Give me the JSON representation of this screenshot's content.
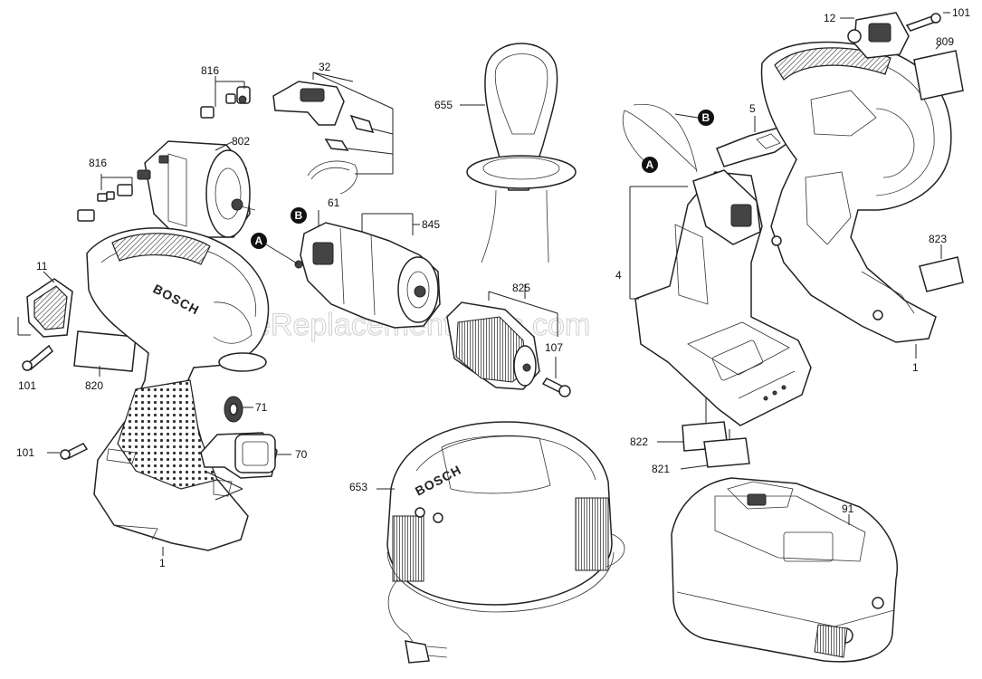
{
  "watermark": "eReplacementParts.com",
  "brand_marks": {
    "housing": "BOSCH",
    "charger": "BOSCH"
  },
  "callouts": {
    "a": "A",
    "b": "B"
  },
  "part_labels": {
    "p816_top": "816",
    "p32": "32",
    "p655": "655",
    "p5": "5",
    "p12": "12",
    "p101_top": "101",
    "p809": "809",
    "p802": "802",
    "p816_mid": "816",
    "p61": "61",
    "p845": "845",
    "p11": "11",
    "p823": "823",
    "p4": "4",
    "p825": "825",
    "p107": "107",
    "p101_left": "101",
    "p820": "820",
    "p1_right": "1",
    "p71": "71",
    "p101_bottom": "101",
    "p70": "70",
    "p822": "822",
    "p653": "653",
    "p821": "821",
    "p91": "91",
    "p1_bottom": "1"
  }
}
